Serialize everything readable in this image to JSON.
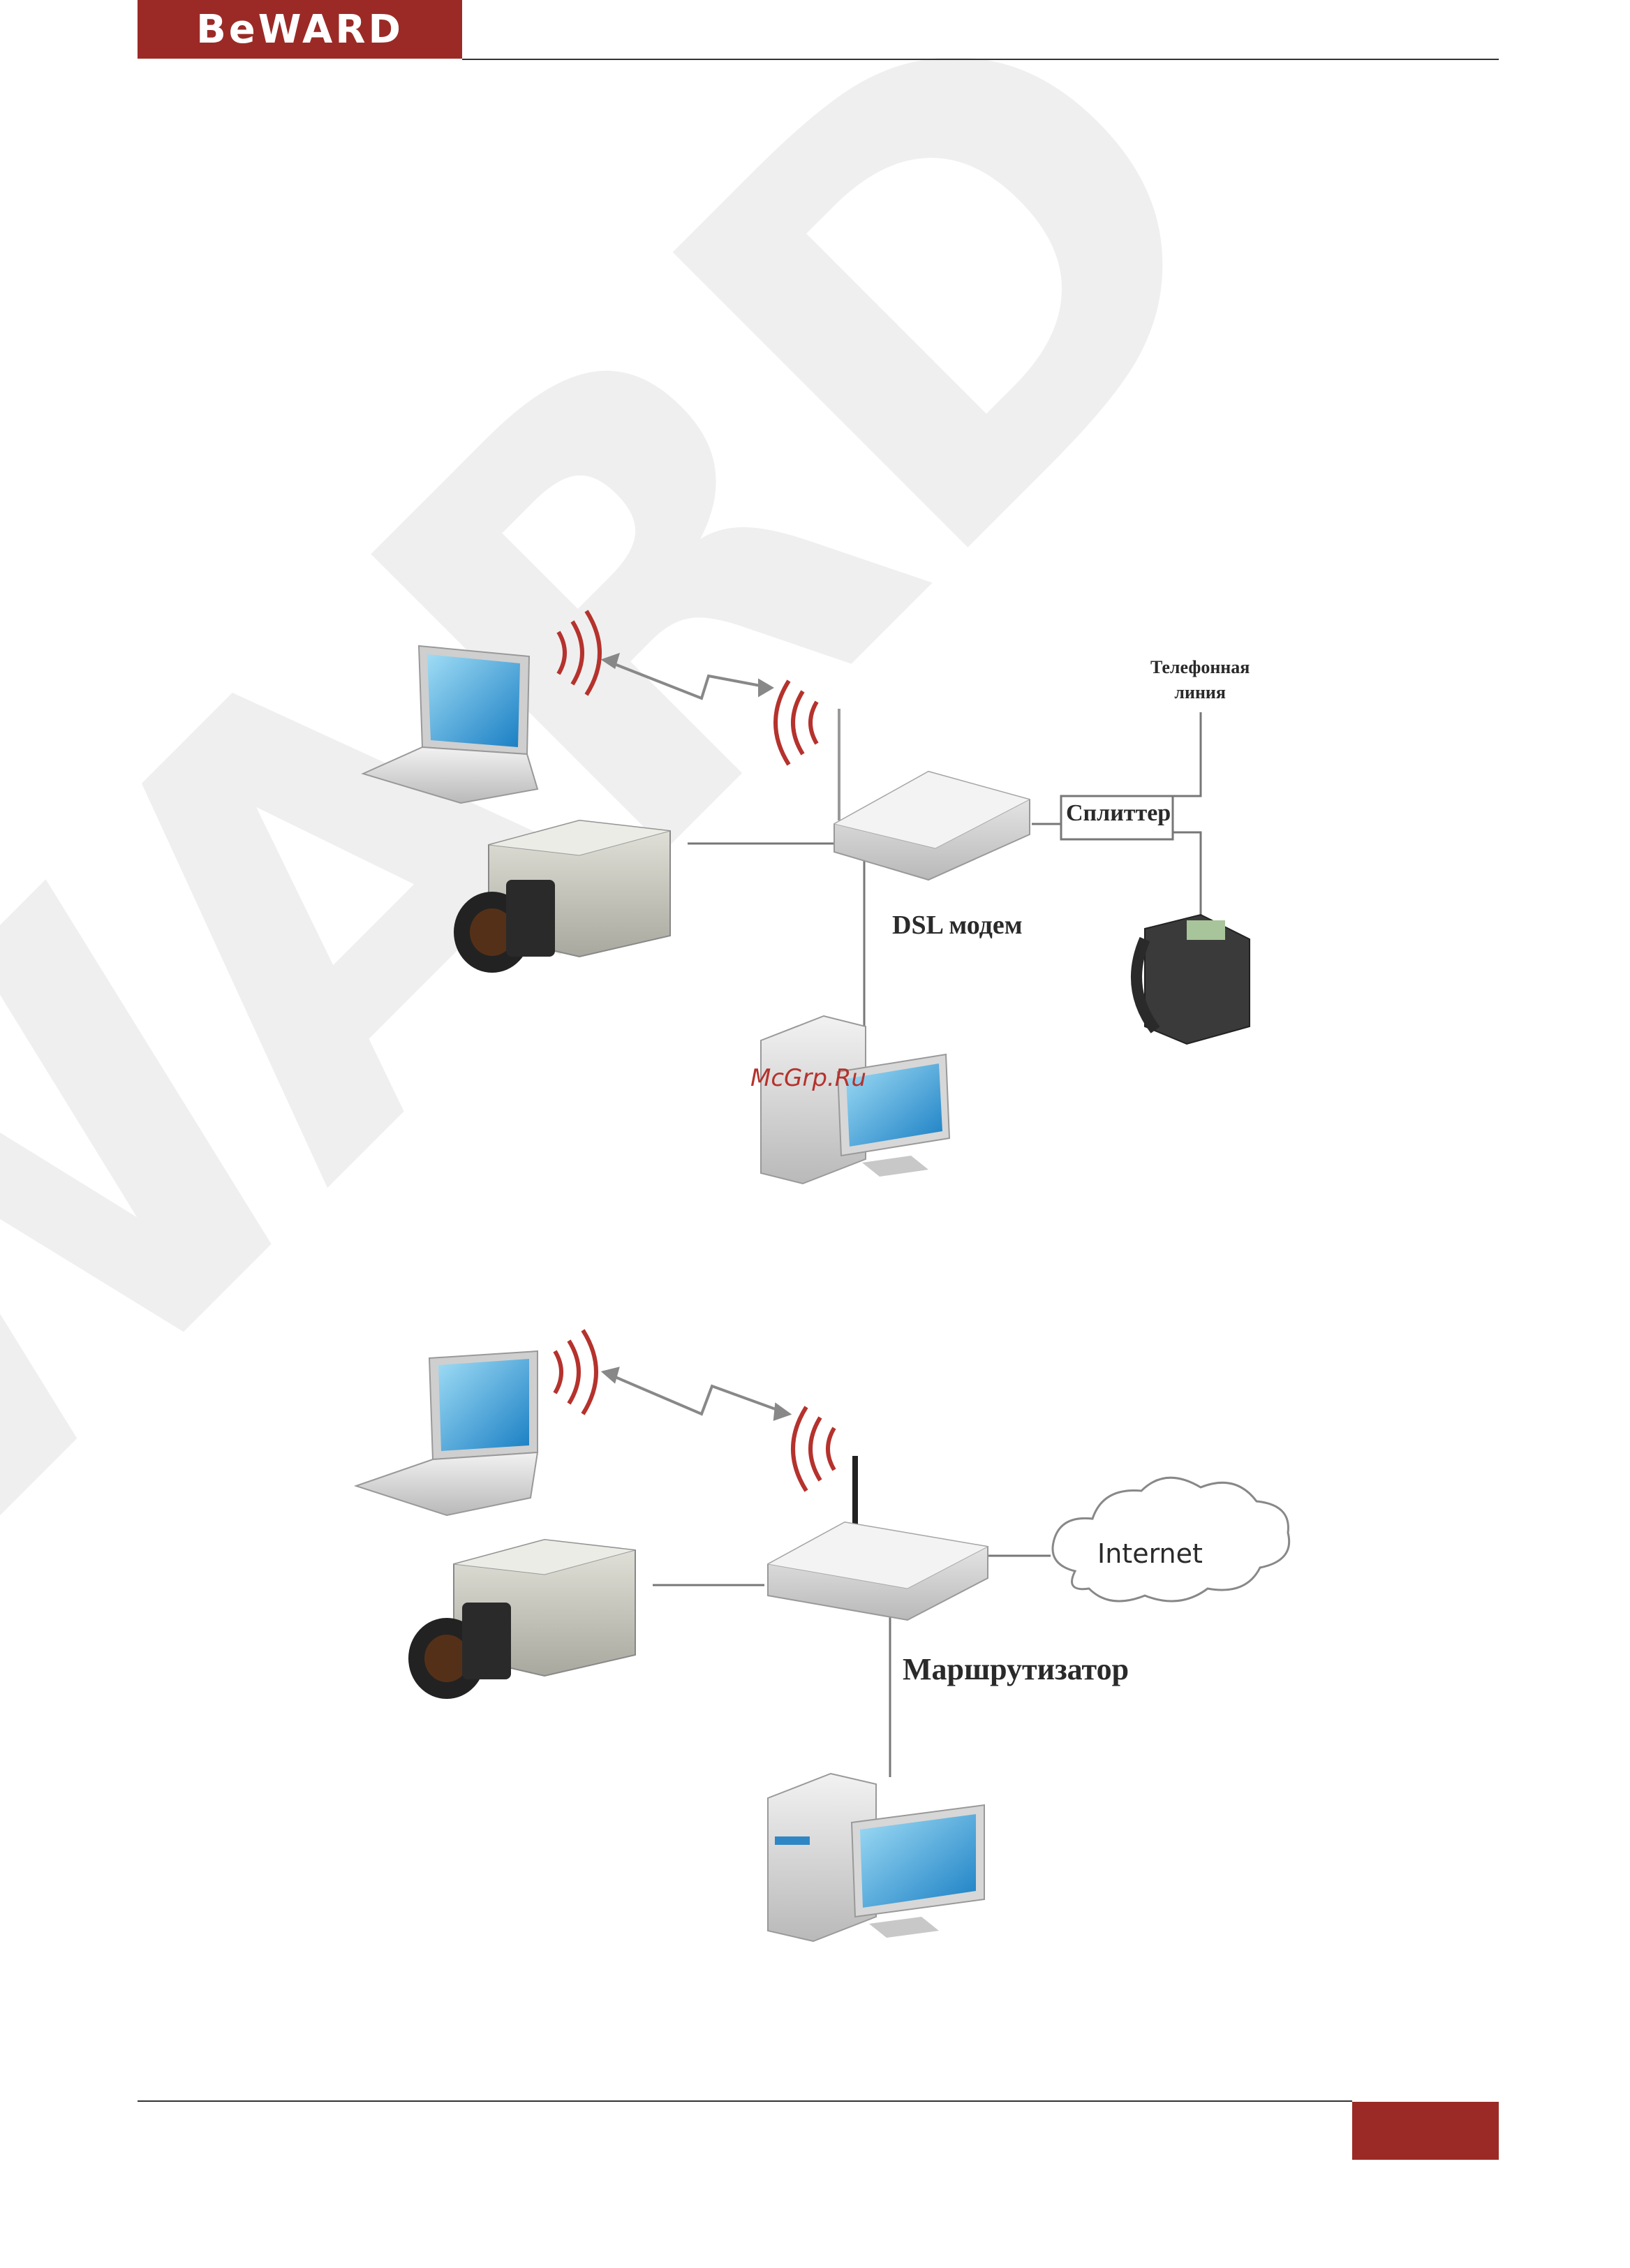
{
  "header": {
    "logo_text": "BeWARD",
    "brand_color": "#9b2a26"
  },
  "watermark": {
    "text": "BeWARD"
  },
  "diagram_dsl": {
    "phone_line_label_line1": "Телефонная",
    "phone_line_label_line2": "линия",
    "splitter_label": "Сплиттер",
    "modem_label": "DSL модем"
  },
  "site_mark": "McGrp.Ru",
  "diagram_router": {
    "internet_label": "Internet",
    "router_label": "Маршрутизатор"
  }
}
